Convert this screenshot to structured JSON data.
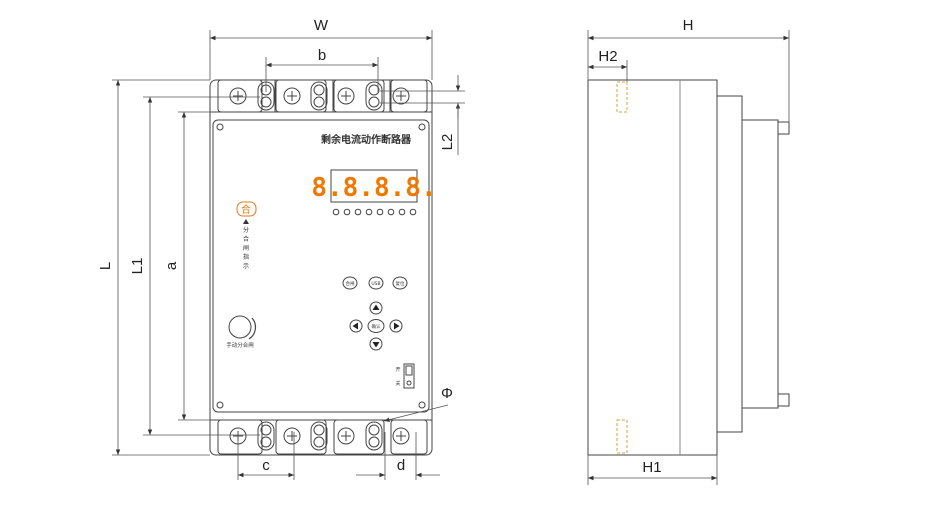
{
  "dimensions": {
    "W": "W",
    "b": "b",
    "L": "L",
    "L1": "L1",
    "a": "a",
    "L2": "L2",
    "phi": "Φ",
    "c": "c",
    "d": "d",
    "H": "H",
    "H1": "H1",
    "H2": "H2"
  },
  "panel": {
    "title": "剩余电流动作断路器",
    "display": "8.8.8.8.",
    "close_button": "合",
    "vertical_label": [
      "分",
      "合",
      "闸",
      "指",
      "示"
    ],
    "manual_label": "手动分合闸",
    "buttons": {
      "top_left": "合闸",
      "top_mid": "USB",
      "top_right": "复位",
      "center": "确认"
    },
    "switch_top": "开",
    "switch_bottom": "关"
  },
  "colors": {
    "line": "#444444",
    "led": "#f07800",
    "hidden": "#d9a040"
  }
}
